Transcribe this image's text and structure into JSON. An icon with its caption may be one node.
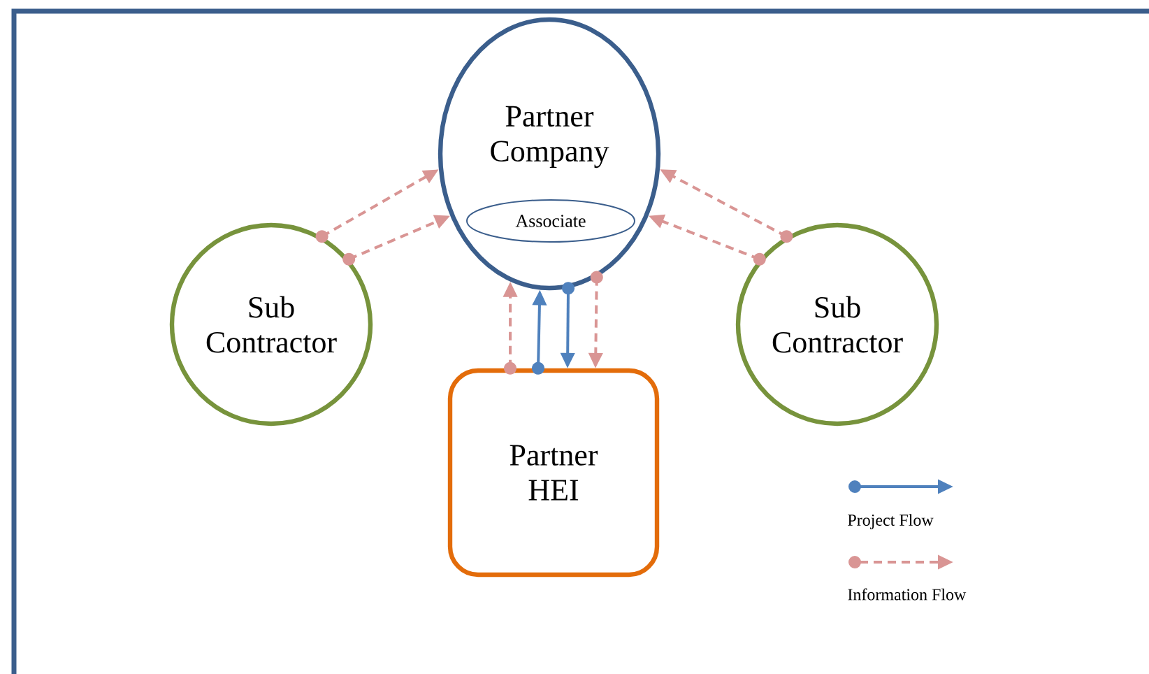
{
  "diagram": {
    "nodes": [
      {
        "text": [
          "Partner Company"
        ]
      },
      {
        "text": [
          "Associate"
        ],
        "in": 0
      },
      {
        "text": [
          "Sub Contractor"
        ]
      },
      {
        "text": [
          "Sub Contractor"
        ]
      },
      {
        "text": [
          "Partner HEI"
        ]
      }
    ],
    "edges": [
      {
        "from": 2,
        "to": 0,
        "arrow": "to",
        "style": "dashed",
        "color": "#d99594"
      },
      {
        "from": 2,
        "to": 0,
        "arrow": "to",
        "style": "dashed",
        "color": "#d99594"
      },
      {
        "from": 3,
        "to": 0,
        "arrow": "to",
        "style": "dashed",
        "color": "#d99594"
      },
      {
        "from": 3,
        "to": 0,
        "arrow": "to",
        "style": "dashed",
        "color": "#d99594"
      },
      {
        "from": 4,
        "to": 0,
        "arrow": "to",
        "style": "dashed",
        "color": "#d99594"
      },
      {
        "from": 4,
        "to": 0,
        "arrow": "to",
        "color": "#4f81bd"
      },
      {
        "from": 0,
        "to": 4,
        "arrow": "to",
        "color": "#4f81bd"
      },
      {
        "from": 0,
        "to": 4,
        "arrow": "to",
        "style": "dashed",
        "color": "#d99594"
      }
    ],
    "legend": [
      {
        "text": "Project Flow"
      },
      {
        "text": "Information Flow"
      }
    ]
  }
}
